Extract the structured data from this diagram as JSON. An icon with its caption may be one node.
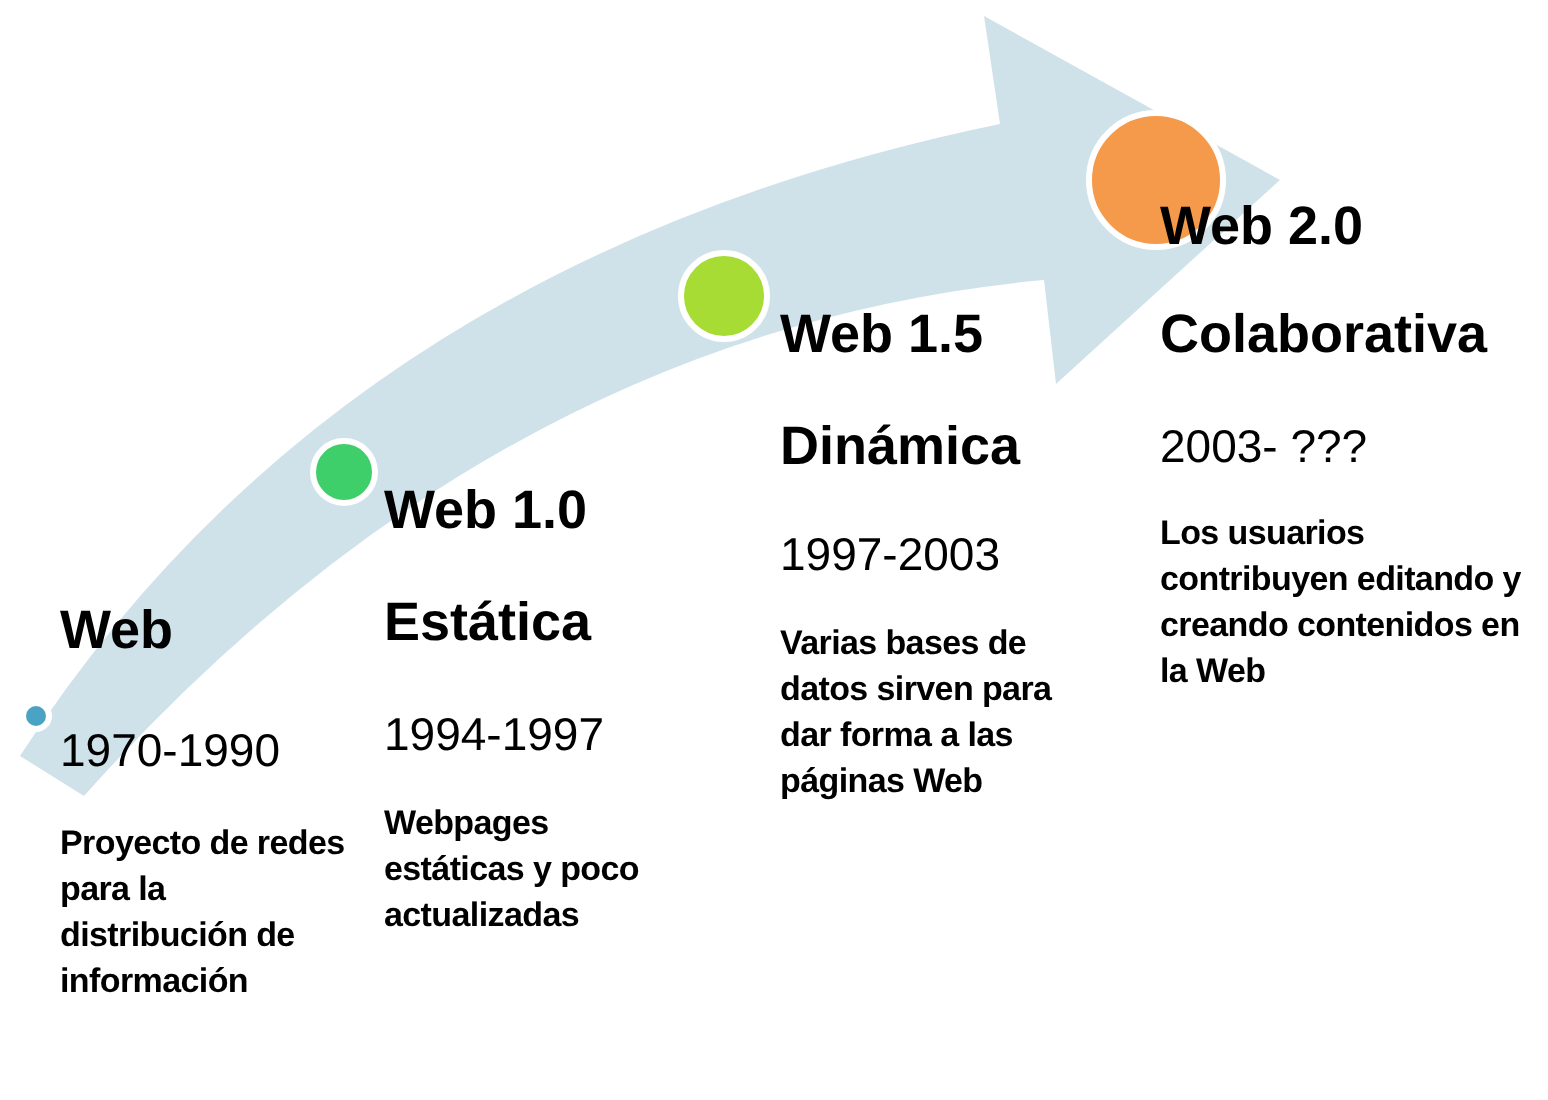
{
  "diagram": {
    "nodes": [
      {
        "text": [],
        "shape": "circle",
        "beside": [
          "Web",
          "1970-1990",
          "Proyecto de redes para la distribución de información"
        ]
      },
      {
        "text": [],
        "shape": "circle",
        "beside": [
          "Web 1.0",
          "Estática",
          "1994-1997",
          "Webpages estáticas y poco actualizadas"
        ]
      },
      {
        "text": [],
        "shape": "circle",
        "beside": [
          "Web 1.5",
          "Dinámica",
          "1997-2003",
          "Varias bases de datos sirven para dar forma a las páginas Web"
        ]
      },
      {
        "text": [],
        "shape": "circle",
        "beside": [
          "Web 2.0",
          "Colaborativa",
          "2003- ???",
          "Los usuarios contribuyen editando y creando contenidos en la Web"
        ]
      }
    ],
    "edges": []
  }
}
